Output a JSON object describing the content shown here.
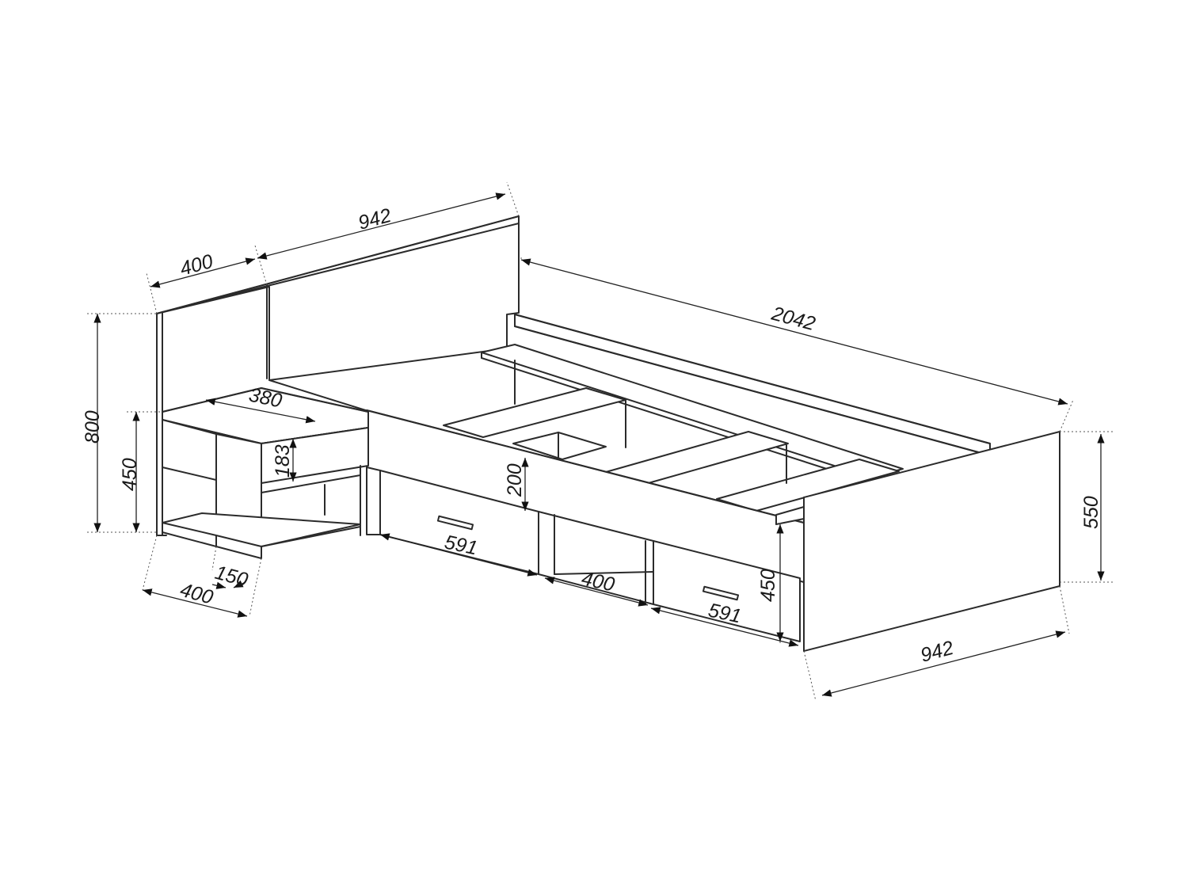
{
  "dimensions": {
    "headboard_length": "942",
    "headboard_left_width": "400",
    "headboard_height": "800",
    "nightstand_height": "450",
    "nightstand_depth": "380",
    "nightstand_drawer_height": "183",
    "nightstand_width": "400",
    "nightstand_offset": "150",
    "bed_length": "2042",
    "side_rail_height": "200",
    "drawer_left_width": "591",
    "open_shelf_width": "400",
    "drawer_right_width": "591",
    "drawer_height": "450",
    "footboard_height": "550",
    "bed_width": "942"
  },
  "colors": {
    "line": "#2b2b2b",
    "background": "#ffffff"
  }
}
